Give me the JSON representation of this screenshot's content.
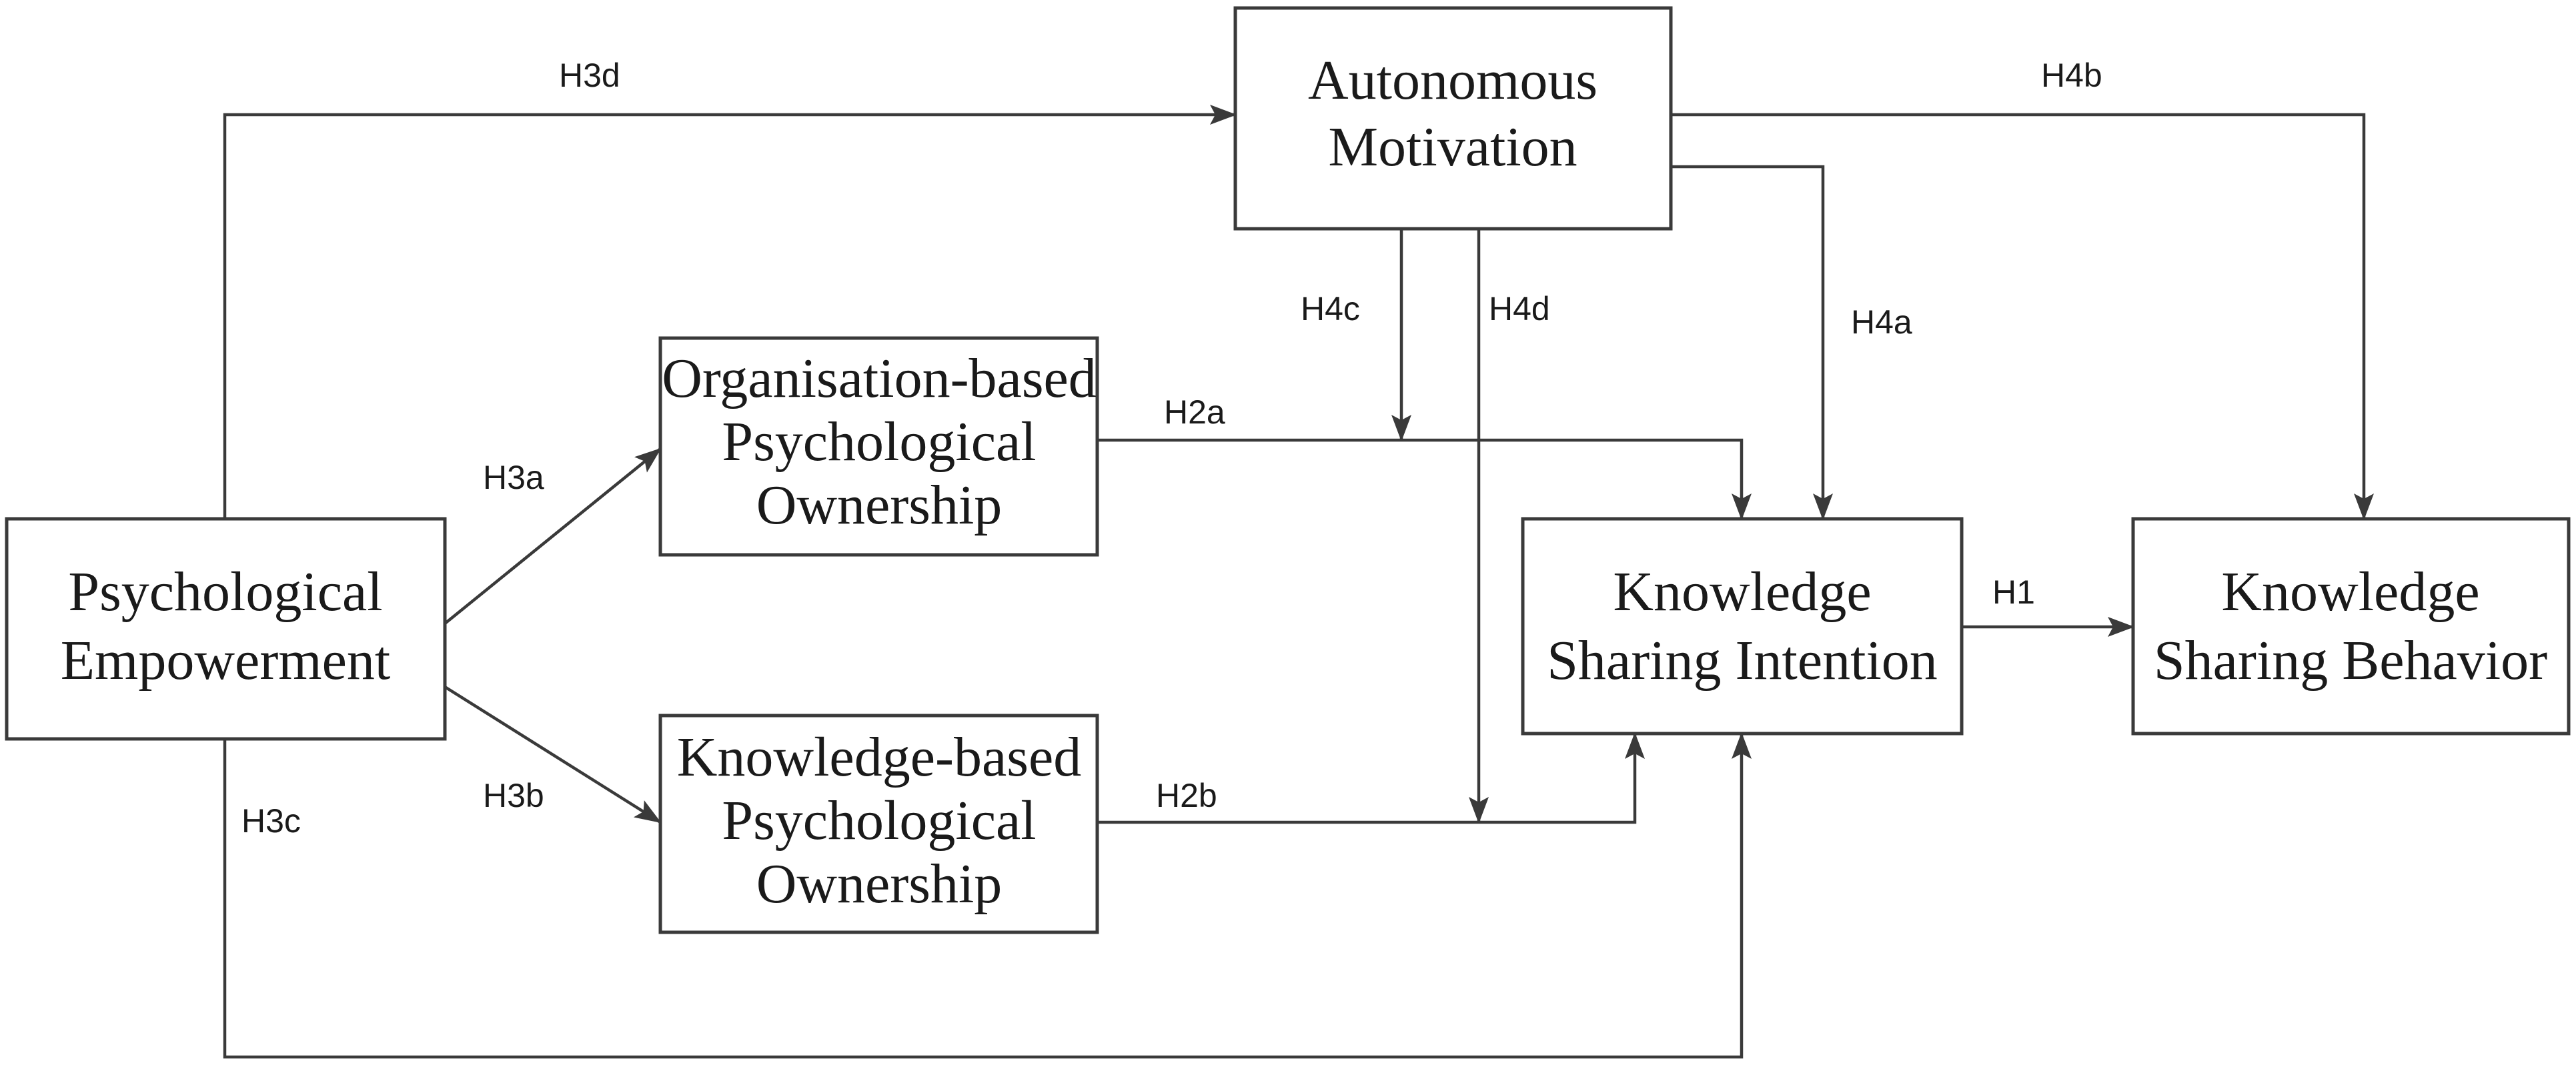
{
  "nodes": {
    "psychological_empowerment": [
      "Psychological",
      "Empowerment"
    ],
    "autonomous_motivation": [
      "Autonomous",
      "Motivation"
    ],
    "organisation_based_po": [
      "Organisation-based",
      "Psychological",
      "Ownership"
    ],
    "knowledge_based_po": [
      "Knowledge-based",
      "Psychological",
      "Ownership"
    ],
    "knowledge_sharing_intention": [
      "Knowledge",
      "Sharing Intention"
    ],
    "knowledge_sharing_behavior": [
      "Knowledge",
      "Sharing Behavior"
    ]
  },
  "edges": {
    "h1": "H1",
    "h2a": "H2a",
    "h2b": "H2b",
    "h3a": "H3a",
    "h3b": "H3b",
    "h3c": "H3c",
    "h3d": "H3d",
    "h4a": "H4a",
    "h4b": "H4b",
    "h4c": "H4c",
    "h4d": "H4d"
  },
  "colors": {
    "stroke": "#3a3a3a",
    "text": "#1a1a1a",
    "background": "#ffffff"
  }
}
